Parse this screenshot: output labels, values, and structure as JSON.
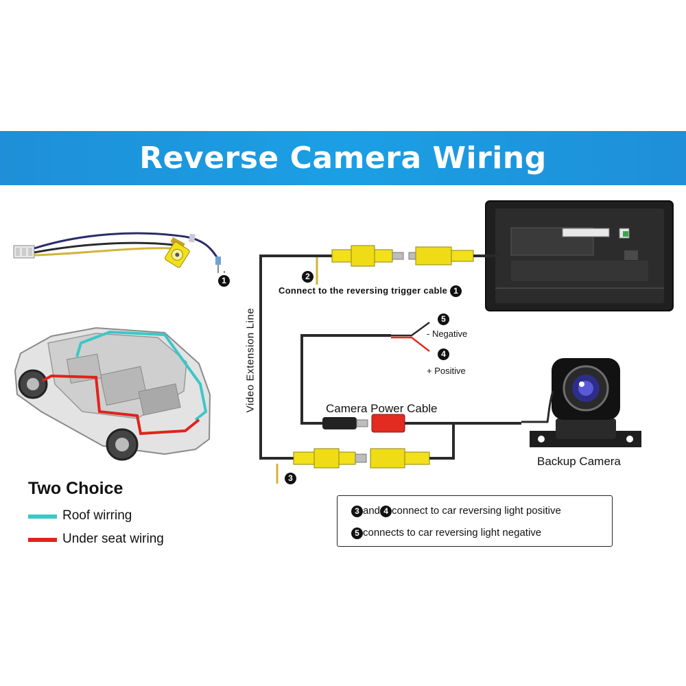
{
  "title": "Reverse Camera Wiring",
  "labels": {
    "video_extension_line": "Video Extension Line",
    "trigger_cable": "Connect to the reversing trigger cable",
    "negative": "- Negative",
    "positive": "+ Positive",
    "camera_power_cable": "Camera Power Cable",
    "backup_camera": "Backup Camera"
  },
  "markers": {
    "m1": "1",
    "m2": "2",
    "m3": "3",
    "m4": "4",
    "m5": "5"
  },
  "notes": {
    "line1_a": "3",
    "line1_and": "and",
    "line1_b": "4",
    "line1_text": "connect to car reversing light positive",
    "line2_num": "5",
    "line2_text": "connects to car reversing light negative"
  },
  "legend": {
    "title": "Two Choice",
    "items": [
      {
        "label": "Roof wirring",
        "color": "#3cc7c7"
      },
      {
        "label": "Under seat wiring",
        "color": "#e0231c"
      }
    ]
  },
  "colors": {
    "banner": "#1b9fe4",
    "rca_yellow": "#f2e01a",
    "power_red": "#e32b22",
    "cable_black": "#2a2a2a"
  }
}
